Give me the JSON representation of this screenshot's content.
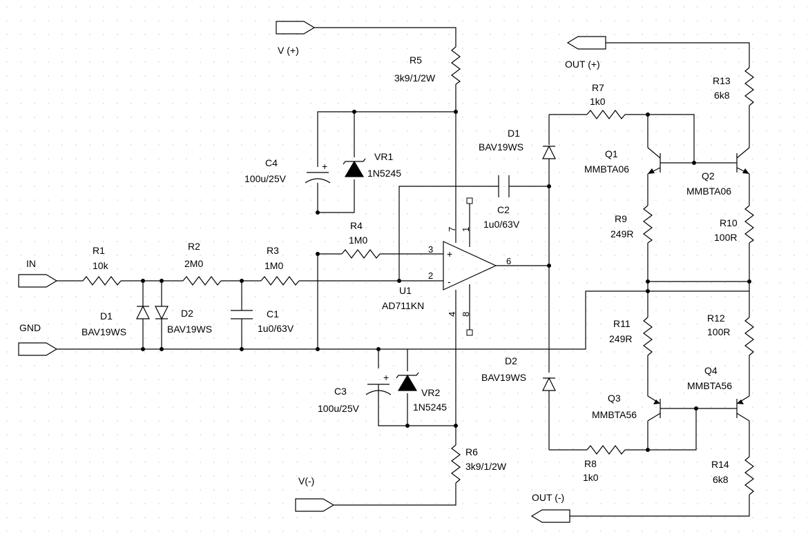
{
  "ports": {
    "v_plus": "V (+)",
    "v_minus": "V(-)",
    "in": "IN",
    "gnd": "GND",
    "out_plus": "OUT (+)",
    "out_minus": "OUT (-)"
  },
  "components": {
    "R1": {
      "ref": "R1",
      "value": "10k"
    },
    "R2": {
      "ref": "R2",
      "value": "2M0"
    },
    "R3": {
      "ref": "R3",
      "value": "1M0"
    },
    "R4": {
      "ref": "R4",
      "value": "1M0"
    },
    "R5": {
      "ref": "R5",
      "value": "3k9/1/2W"
    },
    "R6": {
      "ref": "R6",
      "value": "3k9/1/2W"
    },
    "R7": {
      "ref": "R7",
      "value": "1k0"
    },
    "R8": {
      "ref": "R8",
      "value": "1k0"
    },
    "R9": {
      "ref": "R9",
      "value": "249R"
    },
    "R10": {
      "ref": "R10",
      "value": "100R"
    },
    "R11": {
      "ref": "R11",
      "value": "249R"
    },
    "R12": {
      "ref": "R12",
      "value": "100R"
    },
    "R13": {
      "ref": "R13",
      "value": "6k8"
    },
    "R14": {
      "ref": "R14",
      "value": "6k8"
    },
    "C1": {
      "ref": "C1",
      "value": "1u0/63V"
    },
    "C2": {
      "ref": "C2",
      "value": "1u0/63V"
    },
    "C3": {
      "ref": "C3",
      "value": "100u/25V"
    },
    "C4": {
      "ref": "C4",
      "value": "100u/25V"
    },
    "D1_in": {
      "ref": "D1",
      "value": "BAV19WS"
    },
    "D2_in": {
      "ref": "D2",
      "value": "BAV19WS"
    },
    "D1_out": {
      "ref": "D1",
      "value": "BAV19WS"
    },
    "D2_out": {
      "ref": "D2",
      "value": "BAV19WS"
    },
    "VR1": {
      "ref": "VR1",
      "value": "1N5245"
    },
    "VR2": {
      "ref": "VR2",
      "value": "1N5245"
    },
    "Q1": {
      "ref": "Q1",
      "value": "MMBTA06"
    },
    "Q2": {
      "ref": "Q2",
      "value": "MMBTA06"
    },
    "Q3": {
      "ref": "Q3",
      "value": "MMBTA56"
    },
    "Q4": {
      "ref": "Q4",
      "value": "MMBTA56"
    },
    "U1": {
      "ref": "U1",
      "value": "AD711KN"
    }
  },
  "opamp_pins": {
    "noninv": "3",
    "inv": "2",
    "out": "6",
    "vplus": "7",
    "vminus": "4",
    "null1": "1",
    "null8": "8",
    "plus_sign": "+",
    "minus_sign": "-"
  },
  "cap_polarity": "+"
}
